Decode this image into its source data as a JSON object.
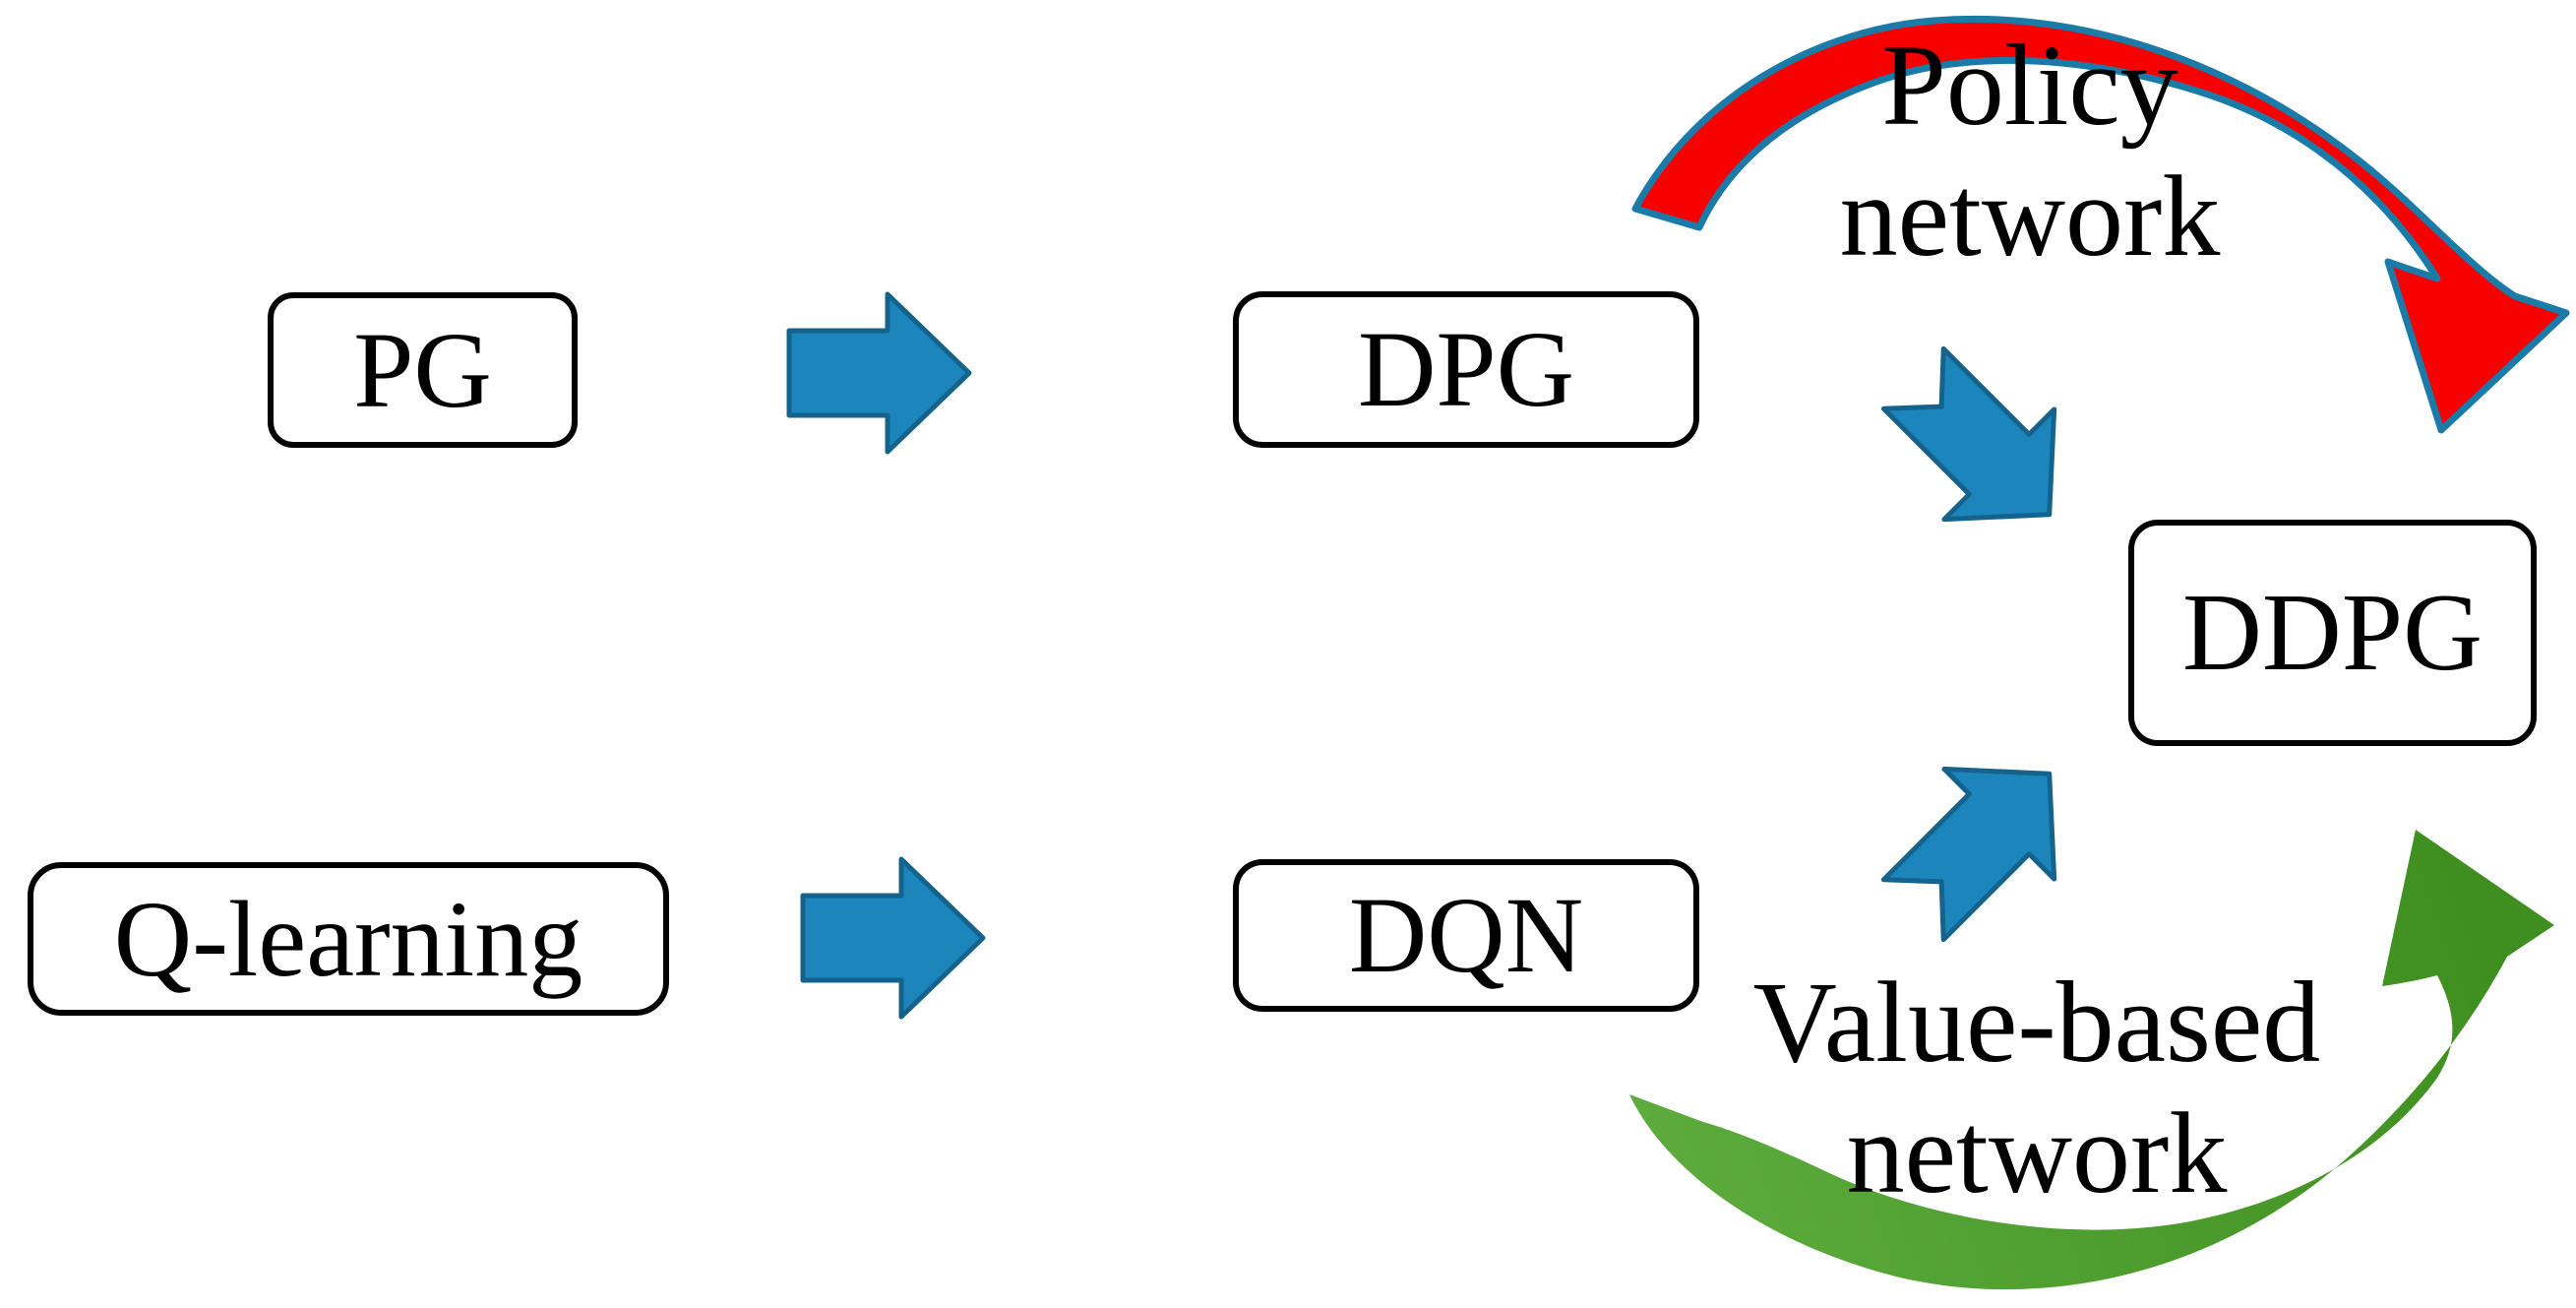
{
  "diagram": {
    "title_hint": "Evolution from PG and Q-learning to DDPG",
    "nodes": [
      {
        "id": "pg",
        "label": "PG"
      },
      {
        "id": "dpg",
        "label": "DPG"
      },
      {
        "id": "q-learning",
        "label": "Q-learning"
      },
      {
        "id": "dqn",
        "label": "DQN"
      },
      {
        "id": "ddpg",
        "label": "DDPG"
      }
    ],
    "edges": [
      {
        "from": "PG",
        "to": "DPG",
        "type": "blue-block-arrow-right"
      },
      {
        "from": "Q-learning",
        "to": "DQN",
        "type": "blue-block-arrow-right"
      },
      {
        "from": "DPG",
        "to": "DDPG",
        "type": "blue-block-arrow-diagonal-down-right"
      },
      {
        "from": "DQN",
        "to": "DDPG",
        "type": "blue-block-arrow-diagonal-up-right"
      },
      {
        "from": "DPG",
        "to": "DDPG",
        "type": "red-curved-arrow",
        "label": "Policy network"
      },
      {
        "from": "DQN",
        "to": "DDPG",
        "type": "green-curved-arrow",
        "label": "Value-based network"
      }
    ],
    "labels": {
      "policy": {
        "line1": "Policy",
        "line2": "network"
      },
      "value": {
        "line1": "Value-based",
        "line2": "network"
      }
    },
    "colors": {
      "background": "#ffffff",
      "box_border": "#000000",
      "text": "#000000",
      "blue_arrow_fill": "#1C86BC",
      "blue_arrow_edge": "#15638C",
      "red_fill": "#F90000",
      "red_edge": "#1A7BA8",
      "green_start": "#5CAB3C",
      "green_end": "#3E8E20"
    }
  }
}
